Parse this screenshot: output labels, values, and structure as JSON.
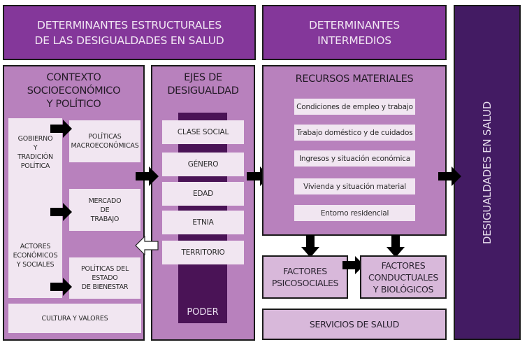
{
  "headers": {
    "structural": [
      "DETERMINANTES ESTRUCTURALES",
      "DE LAS DESIGUALDADES EN SALUD"
    ],
    "intermediate": [
      "DETERMINANTES",
      "INTERMEDIOS"
    ]
  },
  "outcome": {
    "label": "DESIGUALDADES EN SALUD"
  },
  "context": {
    "title": [
      "CONTEXTO",
      "SOCIOECONÓMICO",
      "Y POLÍTICO"
    ],
    "actors_column": {
      "government": [
        "GOBIERNO",
        "Y",
        "TRADICIÓN",
        "POLÍTICA"
      ],
      "actors": [
        "ACTORES",
        "ECONÓMICOS",
        "Y SOCIALES"
      ]
    },
    "policies": [
      {
        "lines": [
          "POLÍTICAS",
          "MACROECONÓMICAS"
        ]
      },
      {
        "lines": [
          "MERCADO",
          "DE",
          "TRABAJO"
        ]
      },
      {
        "lines": [
          "POLÍTICAS DEL",
          "ESTADO",
          "DE BIENESTAR"
        ]
      }
    ],
    "culture": "CULTURA Y VALORES"
  },
  "axes": {
    "title": [
      "EJES DE",
      "DESIGUALDAD"
    ],
    "items": [
      "CLASE SOCIAL",
      "GÉNERO",
      "EDAD",
      "ETNIA",
      "TERRITORIO"
    ],
    "power": "PODER"
  },
  "material_resources": {
    "title": "RECURSOS MATERIALES",
    "items": [
      "Condiciones de empleo y trabajo",
      "Trabajo doméstico y de cuidados",
      "Ingresos y situación económica",
      "Vivienda y situación material",
      "Entorno residencial"
    ]
  },
  "factors": {
    "psychosocial": [
      "FACTORES",
      "PSICOSOCIALES"
    ],
    "behavioral": [
      "FACTORES",
      "CONDUCTUALES",
      "Y BIOLÓGICOS"
    ]
  },
  "health_services": "SERVICIOS DE SALUD",
  "colors": {
    "header": "#84379a",
    "panel": "#b881bd",
    "light_panel": "#d8b8da",
    "outcome": "#431b63",
    "power_bar": "#4a1356",
    "pale_box": "#f1e6f1"
  }
}
